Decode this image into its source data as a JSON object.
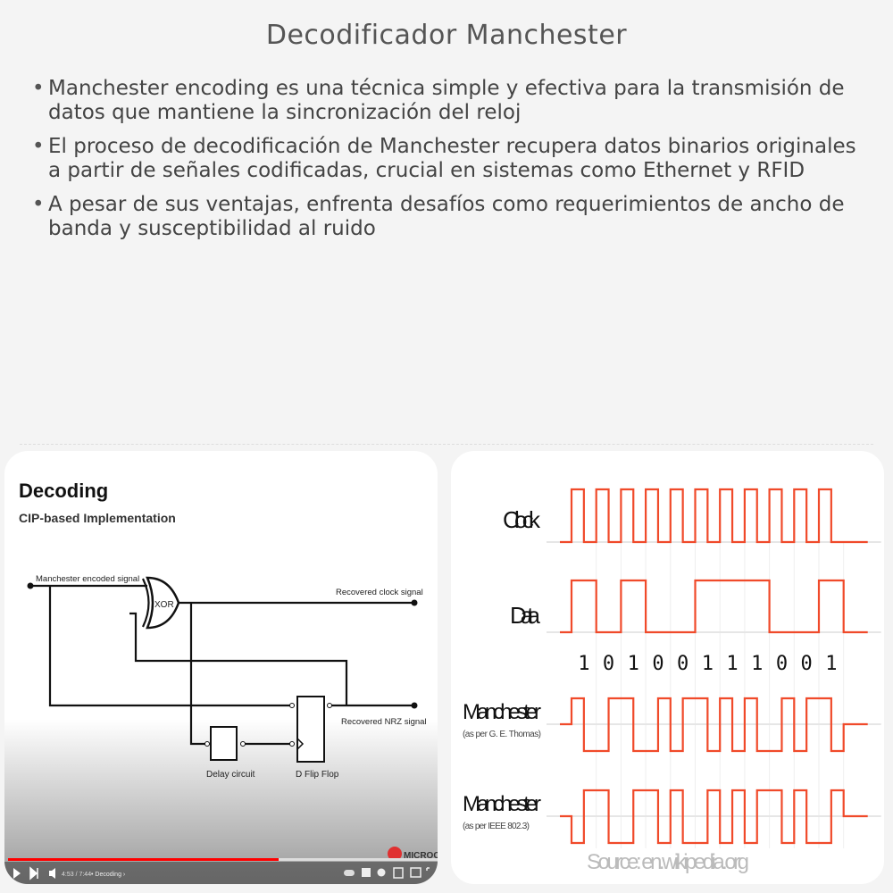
{
  "title": "Decodificador Manchester",
  "bullets": [
    "Manchester encoding es una técnica simple y efectiva para la transmisión de datos que mantiene la sincronización del reloj",
    "El proceso de decodificación de Manchester recupera datos binarios originales a partir de señales codificadas, crucial en sistemas como Ethernet y RFID",
    "A pesar de sus ventajas, enfrenta desafíos como requerimientos de ancho de banda y susceptibilidad al ruido"
  ],
  "video": {
    "heading": "Decoding",
    "subheading": "CIP-based Implementation",
    "labels": {
      "input": "Manchester encoded signal",
      "xor": "XOR",
      "clock_out": "Recovered clock signal",
      "nrz_out": "Recovered NRZ signal",
      "delay": "Delay circuit",
      "flipflop": "D Flip Flop"
    },
    "logo": "MICROCHIP",
    "time": "4:53 / 7:44",
    "chapter": "• Decoding ›",
    "progress_percent": 63,
    "accent": "#ff0000"
  },
  "diagram": {
    "labels": {
      "clock": "Clock",
      "data": "Data",
      "thomas": "Manchester",
      "thomas_sub": "(as per G. E. Thomas)",
      "ieee": "Manchester",
      "ieee_sub": "(as per IEEE 802.3)"
    },
    "bits": [
      1,
      0,
      1,
      0,
      0,
      1,
      1,
      1,
      0,
      0,
      1
    ],
    "source": "Source: en.wikipedia.org",
    "signal_color": "#f04a2a"
  }
}
